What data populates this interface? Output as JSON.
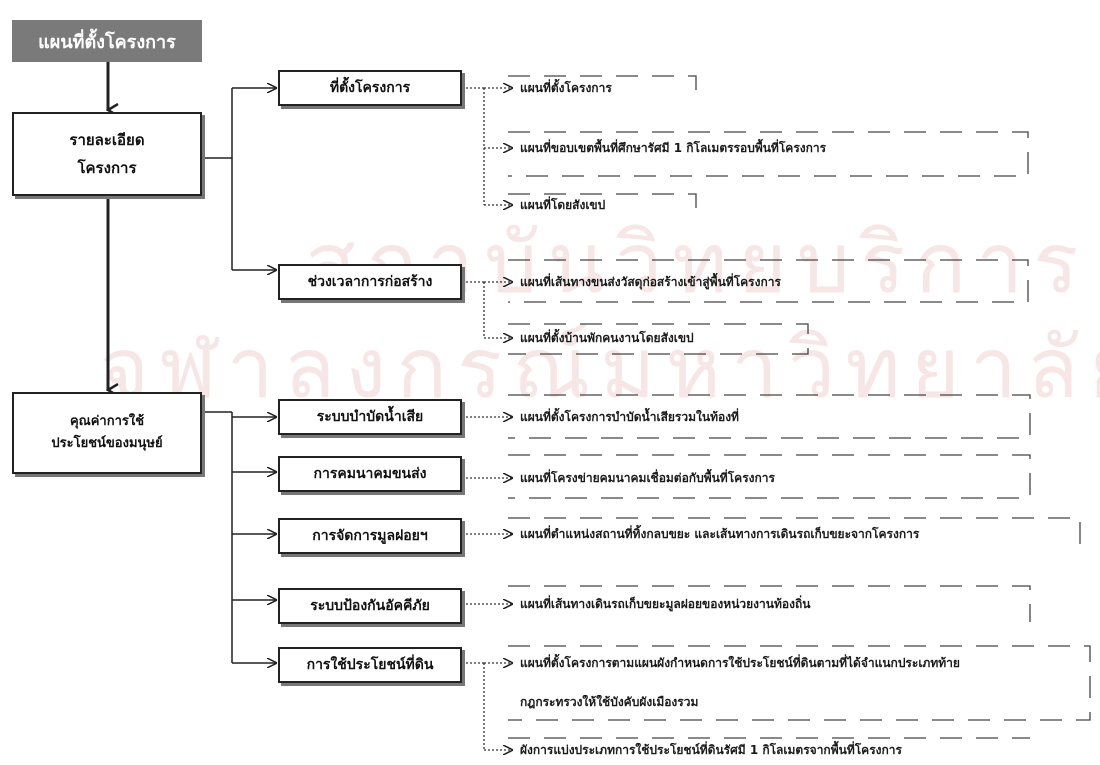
{
  "watermark": {
    "line1": "สถาบันวิทยบริการ",
    "line2": "จุฬาลงกรณ์มหาวิทยาลัย"
  },
  "root": {
    "title": "แผนที่ตั้งโครงการ"
  },
  "main_nodes": {
    "project_details": {
      "line1": "รายละเอียด",
      "line2": "โครงการ"
    },
    "human_use_value": {
      "line1": "คุณค่าการใช้",
      "line2": "ประโยชน์ของมนุษย์"
    }
  },
  "sub_nodes": {
    "project_location": "ที่ตั้งโครงการ",
    "construction_period": "ช่วงเวลาการก่อสร้าง",
    "wastewater_treatment": "ระบบบำบัดน้ำเสีย",
    "transportation": "การคมนาคมขนส่ง",
    "solid_waste": "การจัดการมูลฝอยฯ",
    "disaster_prevention": "ระบบป้องกันอัคคีภัย",
    "land_use": "การใช้ประโยชน์ที่ดิน"
  },
  "leaves": {
    "location_map": "แผนที่ตั้งโครงการ",
    "study_area_map": "แผนที่ขอบเขตพื้นที่ศึกษารัศมี 1 กิโลเมตรรอบพื้นที่โครงการ",
    "layout_map": "แผนที่โดยสังเขป",
    "material_route_map": "แผนที่เส้นทางขนส่งวัสดุก่อสร้างเข้าสู่พื้นที่โครงการ",
    "workers_camp_map": "แผนที่ตั้งบ้านพักคนงานโดยสังเขป",
    "wastewater_map": "แผนที่ตั้งโครงการบำบัดน้ำเสียรวมในท้องที่",
    "road_network_map": "แผนที่โครงข่ายคมนาคมเชื่อมต่อกับพื้นที่โครงการ",
    "waste_collection_map": "แผนที่ตำแหน่งสถานที่ทิ้งกลบขยะ และเส้นทางการเดินรถเก็บขยะจากโครงการ",
    "fire_route_map": "แผนที่เส้นทางเดินรถเก็บขยะมูลฝอยของหน่วยงานท้องถิ่น",
    "zoning_map_line1": "แผนที่ตั้งโครงการตามแผนผังกำหนดการใช้ประโยชน์ที่ดินตามที่ได้จำแนกประเภทท้าย",
    "zoning_map_line2": "กฎกระทรวงให้ใช้บังคับผังเมืองรวม",
    "land_use_radius_map": "ผังการแบ่งประเภทการใช้ประโยชน์ที่ดินรัศมี 1 กิโลเมตรจากพื้นที่โครงการ"
  }
}
